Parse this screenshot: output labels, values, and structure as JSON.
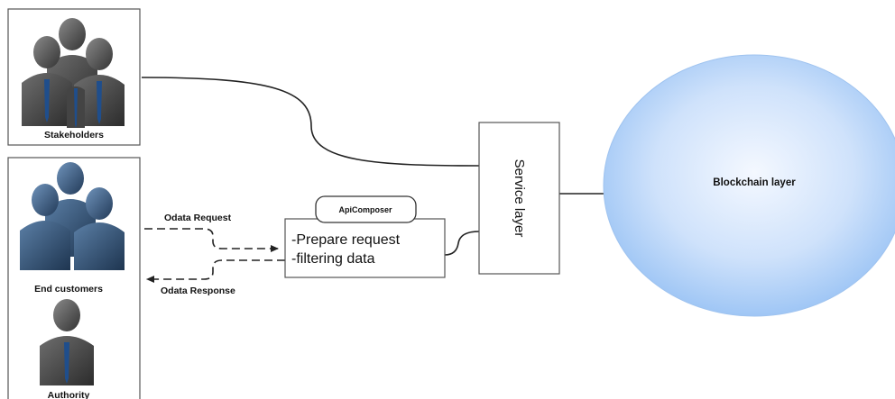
{
  "nodes": {
    "stakeholders": {
      "label": "Stakeholders"
    },
    "end_customers": {
      "label": "End customers"
    },
    "authority": {
      "label": "Authority"
    },
    "api_composer": {
      "title": "ApiComposer",
      "lines": [
        "-Prepare request",
        "-filtering data"
      ]
    },
    "service_layer": {
      "label": "Service layer"
    },
    "blockchain_layer": {
      "label": "Blockchain layer"
    }
  },
  "edges": {
    "odata_request": {
      "label": "Odata Request"
    },
    "odata_response": {
      "label": "Odata Response"
    }
  },
  "colors": {
    "blockchain_center": "#eef5ff",
    "blockchain_edge": "#a9cdf7",
    "stroke": "#222222",
    "person_dark": "#3a3a3a",
    "person_blue": "#2d4a6a",
    "tie": "#1f4e8c"
  }
}
